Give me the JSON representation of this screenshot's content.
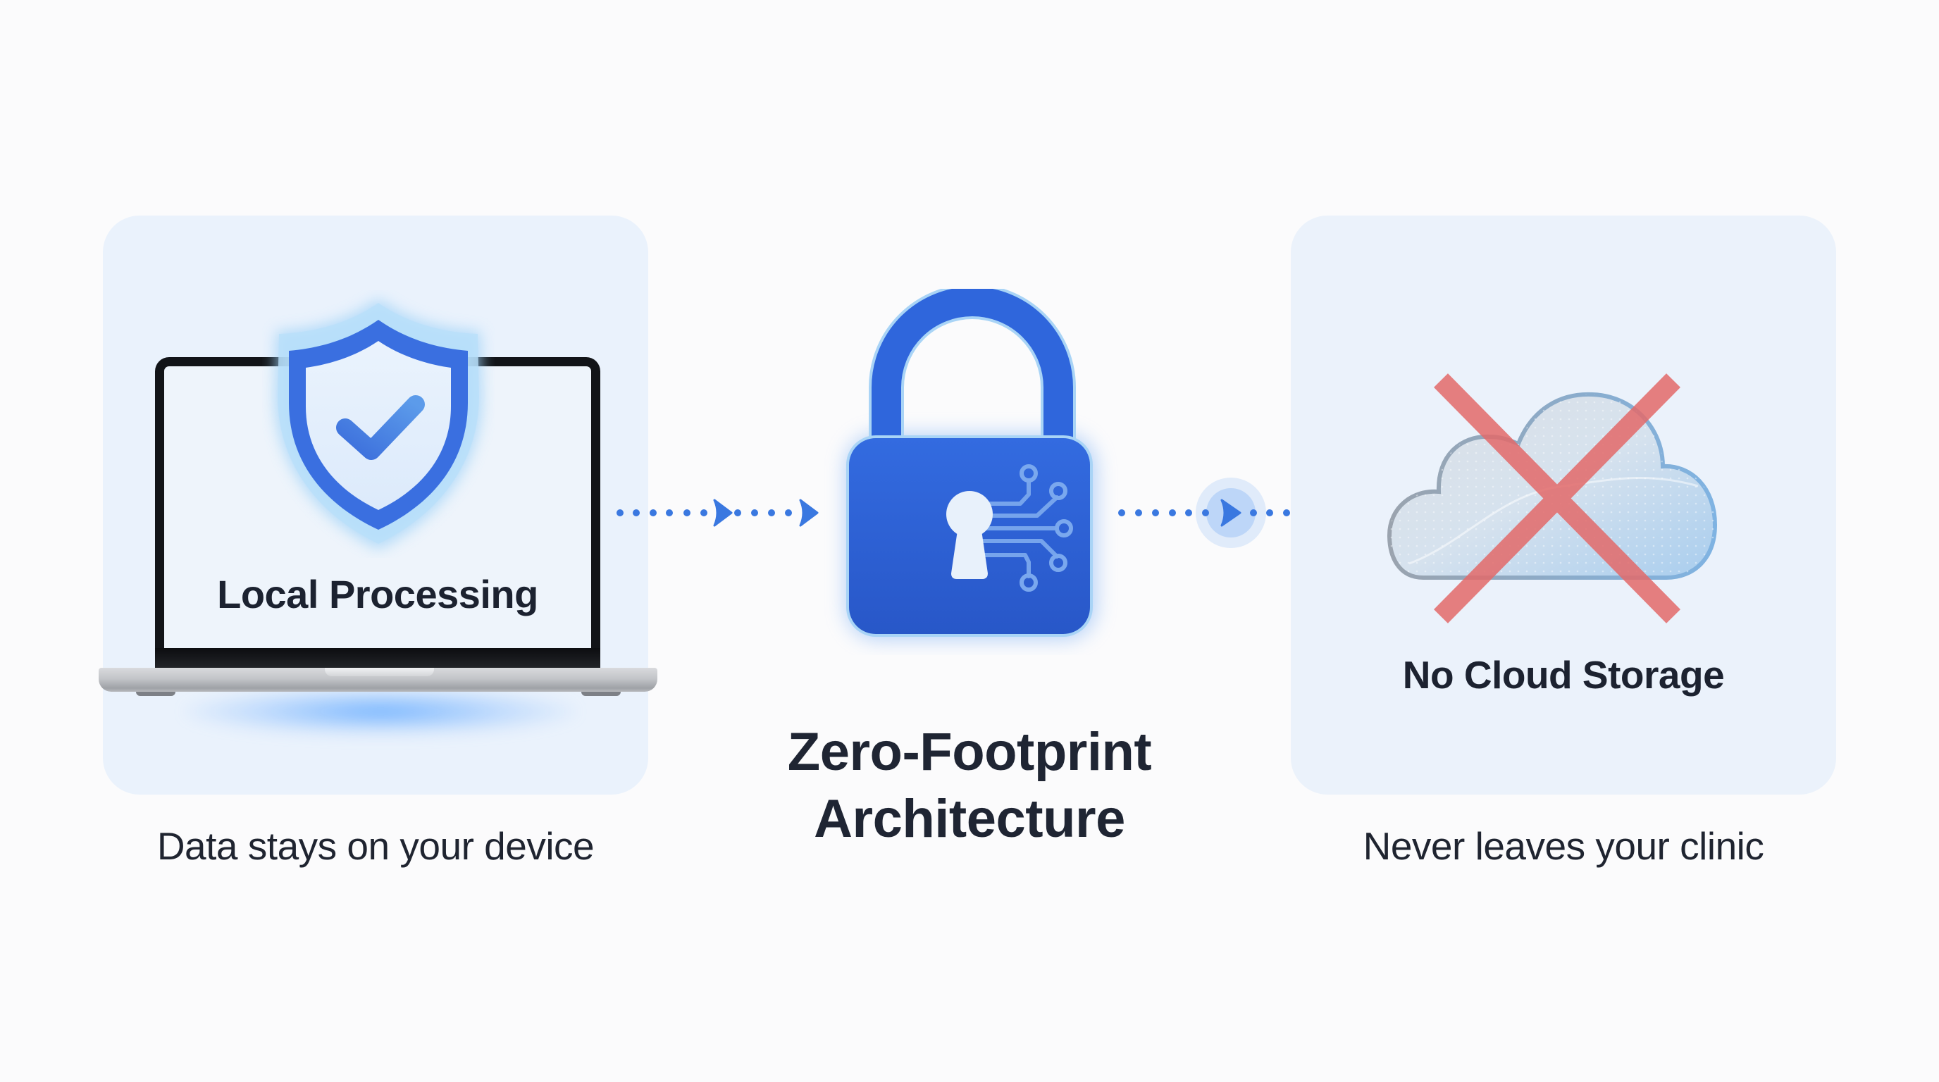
{
  "diagram": {
    "title_line1": "Zero-Footprint",
    "title_line2": "Architecture",
    "colors": {
      "accent_blue": "#3A6FE0",
      "lock_blue": "#2F63D8",
      "card_bg": "#EAF2FC",
      "page_bg": "#FBFBFC",
      "cross_red": "#E06060",
      "text_dark": "#1F2430"
    },
    "left_panel": {
      "icon": "shield-check-icon",
      "device": "laptop-icon",
      "screen_label": "Local Processing",
      "caption": "Data stays on your device"
    },
    "center_panel": {
      "icon": "padlock-circuit-icon"
    },
    "right_panel": {
      "icon": "cloud-crossed-out-icon",
      "label": "No Cloud Storage",
      "caption": "Never leaves your clinic"
    },
    "flows": [
      {
        "from": "left_panel",
        "to": "center_panel",
        "style": "dotted-arrow"
      },
      {
        "from": "center_panel",
        "to": "right_panel",
        "style": "dotted-arrow"
      }
    ]
  }
}
